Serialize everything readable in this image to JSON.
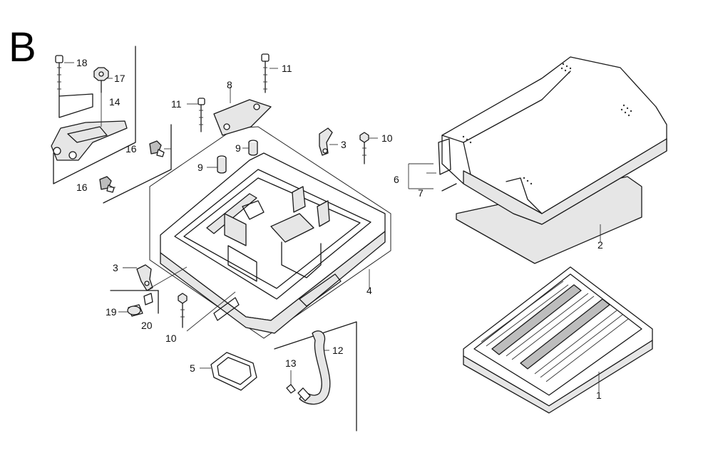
{
  "section_letter": "B",
  "callouts": [
    {
      "id": "c18",
      "text": "18"
    },
    {
      "id": "c17",
      "text": "17"
    },
    {
      "id": "c14",
      "text": "14"
    },
    {
      "id": "c16a",
      "text": "16"
    },
    {
      "id": "c16b",
      "text": "16"
    },
    {
      "id": "c11a",
      "text": "11"
    },
    {
      "id": "c11b",
      "text": "11"
    },
    {
      "id": "c8",
      "text": "8"
    },
    {
      "id": "c9a",
      "text": "9"
    },
    {
      "id": "c9b",
      "text": "9"
    },
    {
      "id": "c3a",
      "text": "3"
    },
    {
      "id": "c3b",
      "text": "3"
    },
    {
      "id": "c10a",
      "text": "10"
    },
    {
      "id": "c10b",
      "text": "10"
    },
    {
      "id": "c4",
      "text": "4"
    },
    {
      "id": "c19",
      "text": "19"
    },
    {
      "id": "c20",
      "text": "20"
    },
    {
      "id": "c5",
      "text": "5"
    },
    {
      "id": "c12",
      "text": "12"
    },
    {
      "id": "c13",
      "text": "13"
    },
    {
      "id": "c6",
      "text": "6"
    },
    {
      "id": "c7",
      "text": "7"
    },
    {
      "id": "c2",
      "text": "2"
    },
    {
      "id": "c1",
      "text": "1"
    }
  ]
}
